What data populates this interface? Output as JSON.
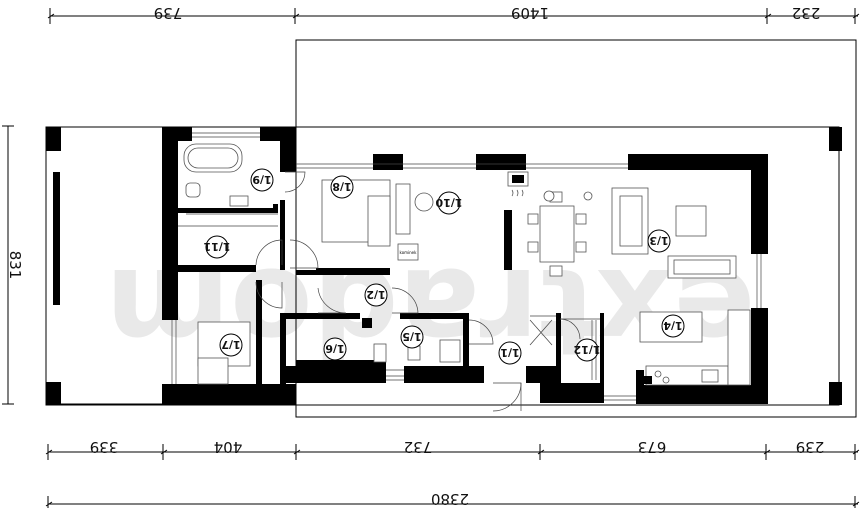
{
  "watermark": "extradom",
  "dimensions": {
    "top": [
      "739",
      "1409",
      "232"
    ],
    "bottom": [
      "339",
      "404",
      "732",
      "673",
      "239"
    ],
    "total": "2380",
    "side": "831"
  },
  "rooms": {
    "r19": "1/9",
    "r18": "1/8",
    "r110": "1/10",
    "r111": "1/11",
    "r13": "1/3",
    "r12": "1/2",
    "r17": "1/7",
    "r16": "1/6",
    "r15": "1/5",
    "r11": "1/1",
    "r112": "1/12",
    "r14": "1/4"
  },
  "labels": {
    "kominek": "kominek"
  },
  "colors": {
    "wall": "#000000",
    "line": "#000000",
    "background": "#ffffff"
  }
}
